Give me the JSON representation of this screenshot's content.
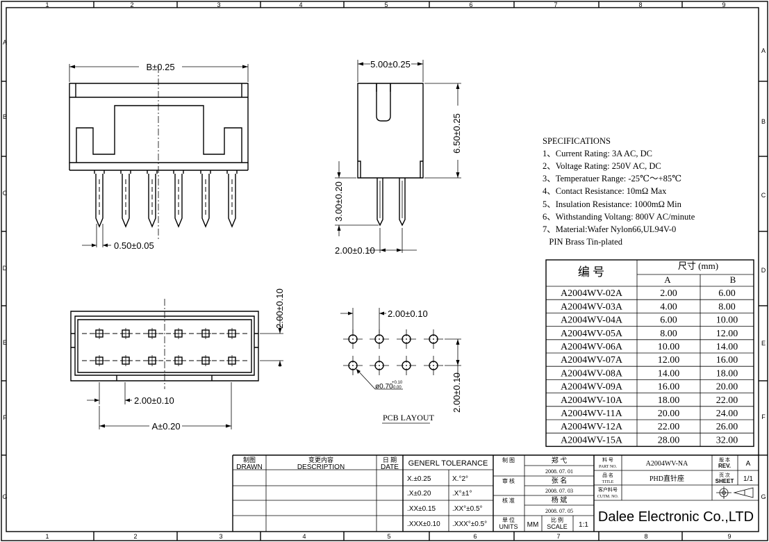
{
  "zones": {
    "columns": [
      "1",
      "2",
      "3",
      "4",
      "5",
      "6",
      "7",
      "8",
      "9"
    ],
    "rows": [
      "A",
      "B",
      "C",
      "D",
      "E",
      "F",
      "G"
    ]
  },
  "dimensions": {
    "front_width": "B±0.25",
    "pin_pitch_front": "0.50±0.05",
    "side_width": "5.00±0.25",
    "side_height": "6.50±0.25",
    "side_pin_length": "3.00±0.20",
    "side_pin_pitch": "2.00±0.10",
    "top_height": "2.00±0.10",
    "top_pitch": "2.00±0.10",
    "top_length": "A±0.20",
    "pcb_pitch_x": "2.00±0.10",
    "pcb_pitch_y": "2.00±0.10",
    "pcb_hole_base": "ø0.70",
    "pcb_hole_tol_plus": "+0.10",
    "pcb_hole_tol_minus": "-0.00",
    "pcb_caption": "PCB LAYOUT"
  },
  "specifications": {
    "title": "SPECIFICATIONS",
    "lines": [
      "1、Current Rating: 3A AC, DC",
      "2、Voltage Rating: 250V AC, DC",
      "3、Temperatuer Range: -25℃～+85℃",
      "4、Contact Resistance: 10mΩ Max",
      "5、Insulation Resistance: 1000mΩ Min",
      "6、Withstanding Voltang: 800V AC/minute",
      "7、Material:Wafer Nylon66,UL94V-0",
      "   PIN Brass Tin-plated"
    ]
  },
  "part_table": {
    "header_part": "编  号",
    "header_dim": "尺寸 (mm)",
    "col_a": "A",
    "col_b": "B",
    "rows": [
      {
        "part": "A2004WV-02A",
        "a": "2.00",
        "b": "6.00"
      },
      {
        "part": "A2004WV-03A",
        "a": "4.00",
        "b": "8.00"
      },
      {
        "part": "A2004WV-04A",
        "a": "6.00",
        "b": "10.00"
      },
      {
        "part": "A2004WV-05A",
        "a": "8.00",
        "b": "12.00"
      },
      {
        "part": "A2004WV-06A",
        "a": "10.00",
        "b": "14.00"
      },
      {
        "part": "A2004WV-07A",
        "a": "12.00",
        "b": "16.00"
      },
      {
        "part": "A2004WV-08A",
        "a": "14.00",
        "b": "18.00"
      },
      {
        "part": "A2004WV-09A",
        "a": "16.00",
        "b": "20.00"
      },
      {
        "part": "A2004WV-10A",
        "a": "18.00",
        "b": "22.00"
      },
      {
        "part": "A2004WV-11A",
        "a": "20.00",
        "b": "24.00"
      },
      {
        "part": "A2004WV-12A",
        "a": "22.00",
        "b": "26.00"
      },
      {
        "part": "A2004WV-15A",
        "a": "28.00",
        "b": "32.00"
      }
    ]
  },
  "title_block": {
    "drawn_cn": "制图",
    "drawn_en": "DRAWN",
    "desc_cn": "变更内容",
    "desc_en": "DESCRIPTION",
    "date_cn": "日 期",
    "date_en": "DATE",
    "tolerance_title": "GENERL  TOLERANCE",
    "tolerance_rows": [
      {
        "lin": "X.±0.25",
        "ang": "X.°2°"
      },
      {
        "lin": ".X±0.20",
        "ang": ".X°±1°"
      },
      {
        "lin": ".XX±0.15",
        "ang": ".XX°±0.5°"
      },
      {
        "lin": ".XXX±0.10",
        "ang": ".XXX°±0.5°"
      }
    ],
    "draw_label": "制  图",
    "check_label": "审  核",
    "approve_label": "核  准",
    "unit_cn": "单  位",
    "unit_en": "UNITS",
    "unit_value": "MM",
    "scale_cn": "比  例",
    "scale_en": "SCALE",
    "scale_value": "1:1",
    "drawer_name": "郑  弋",
    "drawer_date": "2008. 07. 01",
    "checker_name": "张  名",
    "checker_date": "2008. 07. 03",
    "approver_name": "杨  斌",
    "approver_date": "2008. 07. 05",
    "partno_cn": "料  号",
    "partno_en": "PART NO.",
    "partno_value": "A2004WV-NA",
    "title_cn": "品  名",
    "title_en": "TITLE",
    "title_value": "PHD直针座",
    "cust_cn": "客户料号",
    "cust_en": "CUTM. NO.",
    "rev_cn": "版  本",
    "rev_en": "REV.",
    "rev_value": "A",
    "sheet_cn": "页  次",
    "sheet_en": "SHEET",
    "sheet_value": "1/1",
    "company": "Dalee Electronic Co.,LTD"
  }
}
